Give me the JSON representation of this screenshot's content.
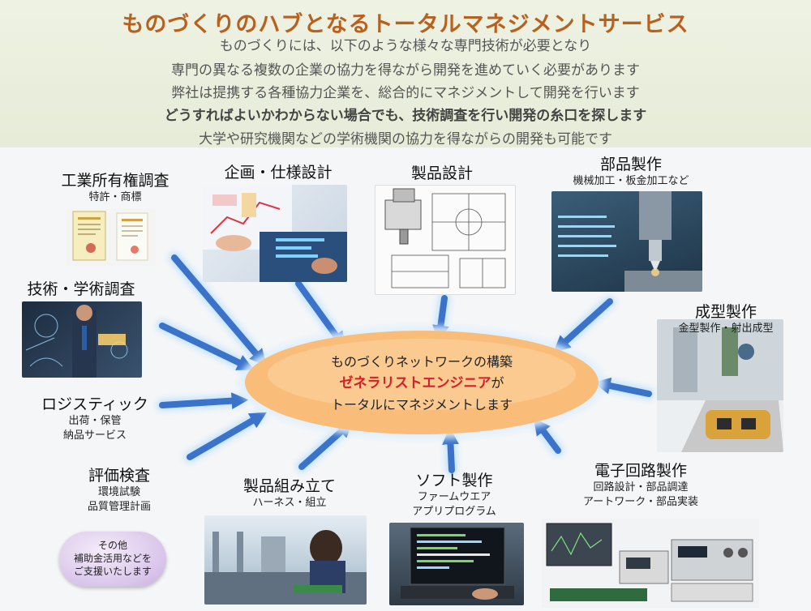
{
  "header": {
    "title": "ものづくりのハブとなるトータルマネジメントサービス",
    "lines": [
      "ものづくりには、以下のような様々な専門技術が必要となり",
      "専門の異なる複数の企業の協力を得ながら開発を進めていく必要があります",
      "弊社は提携する各種協力企業を、総合的にマネジメントして開発を行います",
      "どうすればよいかわからない場合でも、技術調査を行い開発の糸口を探します",
      "大学や研究機関などの学術機関の協力を得ながらの開発も可能です"
    ]
  },
  "center": {
    "line1": "ものづくりネットワークの構築",
    "line2": "ゼネラリストエンジニア",
    "line2_suffix": "が",
    "line3": "トータルにマネジメントします"
  },
  "nodes": {
    "ip": {
      "title": "工業所有権調査",
      "sub": "特許・商標"
    },
    "planning": {
      "title": "企画・仕様設計"
    },
    "product_design": {
      "title": "製品設計"
    },
    "parts": {
      "title": "部品製作",
      "sub": "機械加工・板金加工など"
    },
    "research": {
      "title": "技術・学術調査"
    },
    "molding": {
      "title": "成型製作",
      "sub": "金型製作・射出成型"
    },
    "logistics": {
      "title": "ロジスティック",
      "sub1": "出荷・保管",
      "sub2": "納品サービス"
    },
    "inspection": {
      "title": "評価検査",
      "sub1": "環境試験",
      "sub2": "品質管理計画"
    },
    "assembly": {
      "title": "製品組み立て",
      "sub": "ハーネス・組立"
    },
    "software": {
      "title": "ソフト製作",
      "sub1": "ファームウエア",
      "sub2": "アプリプログラム"
    },
    "electronics": {
      "title": "電子回路製作",
      "sub1": "回路設計・部品調達",
      "sub2": "アートワーク・部品実装"
    }
  },
  "other": {
    "line1": "その他",
    "line2": "補助金活用などを",
    "line3": "ご支援いたします"
  },
  "colors": {
    "title": "#b8611f",
    "accent_red": "#d3202b",
    "arrow": "#3a73c9",
    "arrow_glow": "#bfe3ff",
    "ellipse": "#f7b26a"
  }
}
